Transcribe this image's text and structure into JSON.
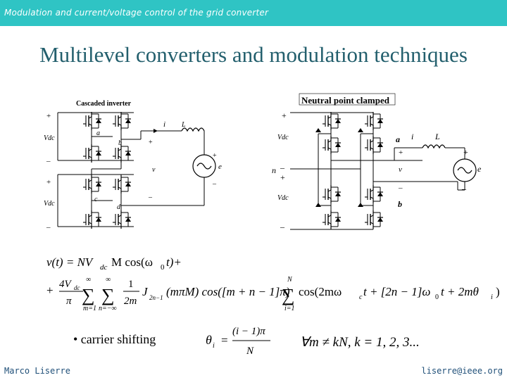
{
  "header": {
    "course_title": "Modulation and current/voltage control of the grid converter"
  },
  "slide": {
    "title": "Multilevel converters and modulation techniques"
  },
  "diagram_cascaded": {
    "title": "Cascaded inverter",
    "labels": {
      "plus_1": "+",
      "minus_1": "–",
      "plus_2": "+",
      "minus_2": "–",
      "vdc_1": "Vdc",
      "vdc_2": "Vdc",
      "node_a": "a",
      "node_b": "b",
      "node_c": "c",
      "node_d": "d",
      "current": "i",
      "inductor": "L",
      "voltage": "v",
      "grid": "e",
      "plus_out": "+",
      "minus_out": "–",
      "plus_grid": "+",
      "minus_grid": "–"
    }
  },
  "diagram_npc": {
    "title": "Neutral point clamped",
    "labels": {
      "plus_top": "+",
      "vdc_1": "Vdc",
      "n_node": "n",
      "minus_mid": "–",
      "plus_mid": "+",
      "vdc_2": "Vdc",
      "minus_bot": "–",
      "node_a": "a",
      "current": "i",
      "inductor": "L",
      "plus_out": "+",
      "voltage": "v",
      "minus_out": "–",
      "node_b": "b",
      "plus_grid": "+",
      "grid": "e",
      "minus_grid": "–"
    }
  },
  "equations": {
    "line1_lhs": "v(t) = NV",
    "line1_sub": "dc",
    "line1_rest": "M cos(ω",
    "line1_sub2": "0",
    "line1_end": "t)+",
    "line2_plus": "+",
    "line2_frac_num": "4V",
    "line2_frac_num_sub": "dc",
    "line2_frac_den": "π",
    "line2_sum1_top": "∞",
    "line2_sum1_bot": "m=1",
    "line2_sum2_top": "∞",
    "line2_sum2_bot": "n=−∞",
    "line2_frac2_num": "1",
    "line2_frac2_den": "2m",
    "line2_bessel": "J",
    "line2_bessel_sub": "2n−1",
    "line2_bessel_arg": "(mπM) cos([m + n − 1]π)",
    "line2_sum3_top": "N",
    "line2_sum3_bot": "i=1",
    "line2_tail": "cos(2mω",
    "line2_tail_sub": "c",
    "line2_tail_rest": "t + [2n − 1]ω",
    "line2_tail_sub2": "0",
    "line2_tail_end": "t + 2mθ",
    "line2_tail_sub3": "i",
    "line2_tail_close": ")"
  },
  "bullet": {
    "text": "• carrier shifting"
  },
  "theta_eq": {
    "lhs": "θ",
    "lhs_sub": "i",
    "eq": "=",
    "num": "(i − 1)π",
    "den": "N",
    "condition": "∀m ≠ kN, k = 1, 2, 3..."
  },
  "footer": {
    "author": "Marco Liserre",
    "email": "liserre@ieee.org"
  }
}
